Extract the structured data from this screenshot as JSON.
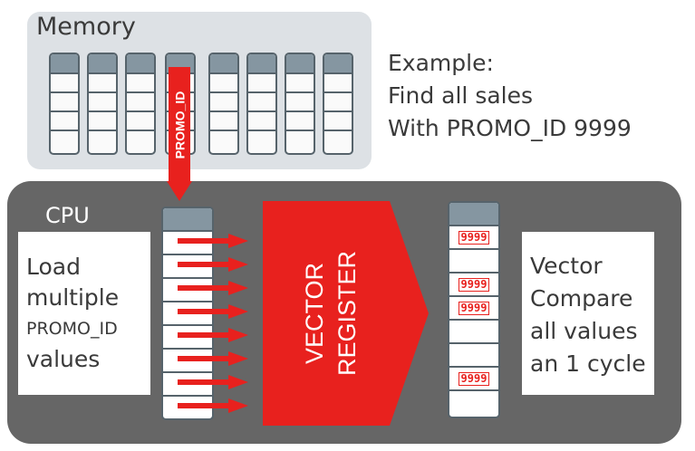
{
  "memory": {
    "title": "Memory",
    "column_count": 8,
    "highlight_column_label": "PROMO_ID"
  },
  "example": {
    "lines": [
      "Example:",
      "Find all sales",
      "With PROMO_ID 9999"
    ]
  },
  "cpu": {
    "title": "CPU",
    "load_text": {
      "line1": "Load",
      "line2": "multiple",
      "line3": "PROMO_ID",
      "line4": "values"
    },
    "vector_register": {
      "line1": "VECTOR",
      "line2": "REGISTER"
    },
    "result_cells": [
      "9999",
      "",
      "9999",
      "9999",
      "",
      "",
      "9999",
      ""
    ],
    "compare_text": {
      "line1": "Vector",
      "line2": "Compare",
      "line3": "all values",
      "line4": "an 1 cycle"
    }
  },
  "colors": {
    "accent_red": "#e8211e",
    "cpu_panel": "#666666",
    "memory_panel": "#dde1e5",
    "column_cap": "#8596a1"
  }
}
